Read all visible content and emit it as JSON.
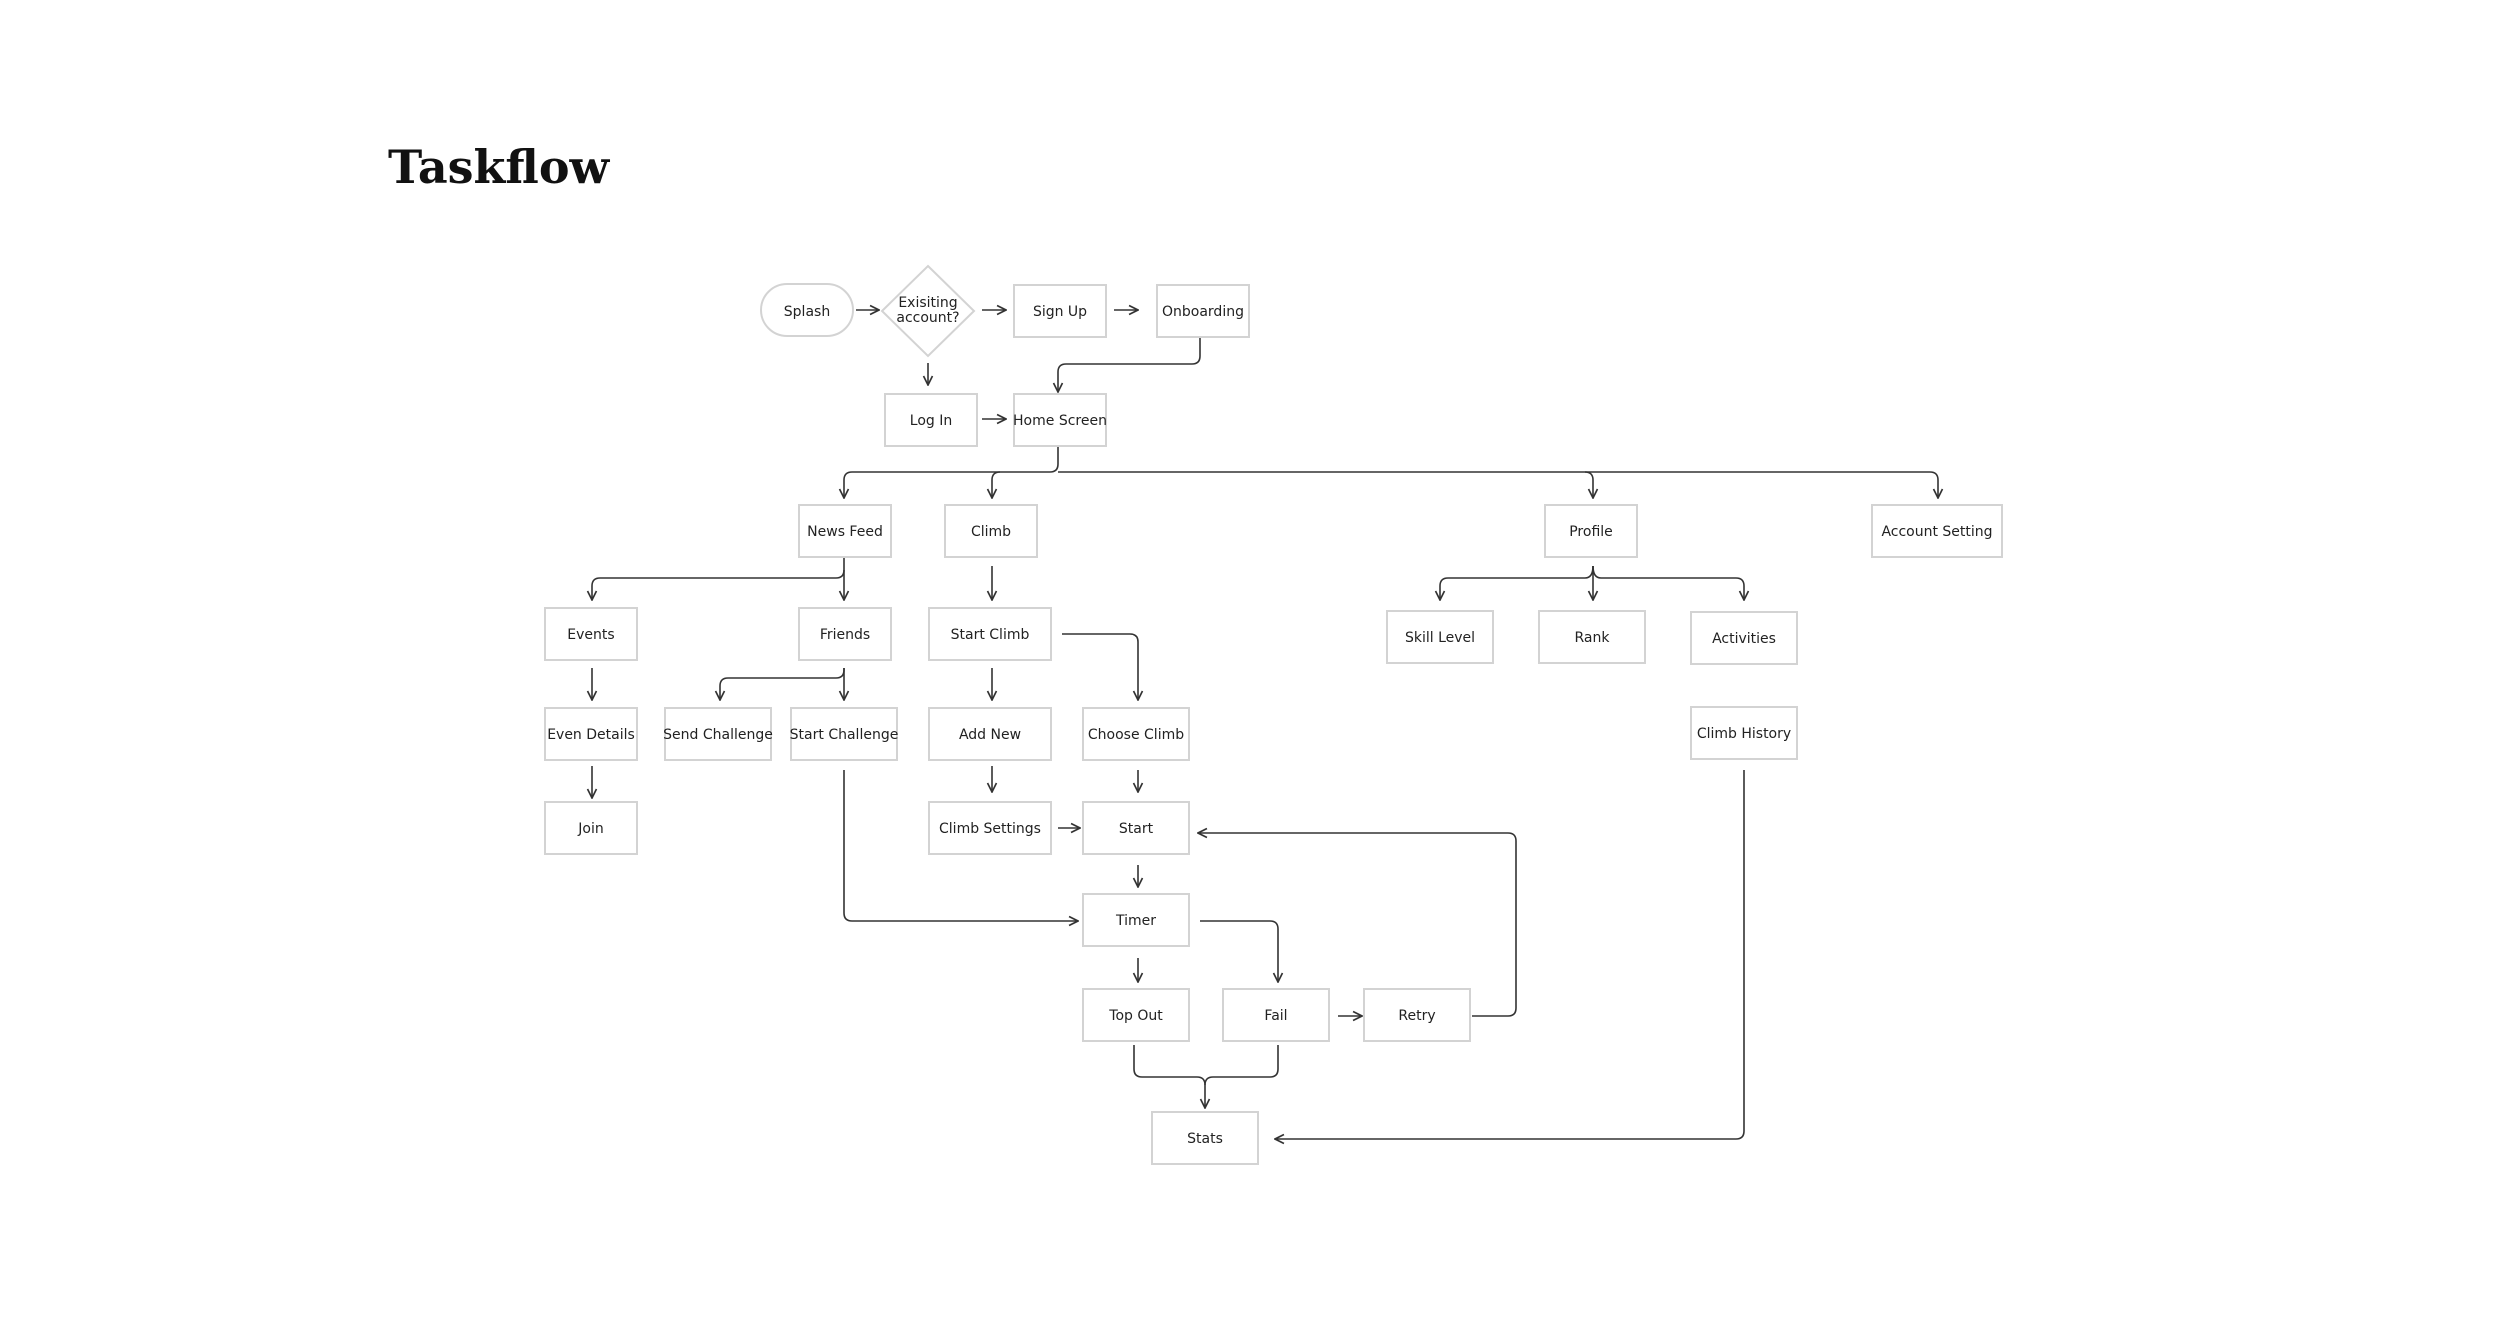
{
  "title": "Taskflow",
  "nodes": {
    "splash": "Splash",
    "existing_account_1": "Exisiting",
    "existing_account_2": "account?",
    "sign_up": "Sign Up",
    "onboarding": "Onboarding",
    "log_in": "Log In",
    "home_screen": "Home Screen",
    "news_feed": "News Feed",
    "climb": "Climb",
    "profile": "Profile",
    "account_setting": "Account Setting",
    "events": "Events",
    "friends": "Friends",
    "start_climb": "Start Climb",
    "skill_level": "Skill Level",
    "rank": "Rank",
    "activities": "Activities",
    "even_details": "Even Details",
    "send_challenge": "Send Challenge",
    "start_challenge": "Start Challenge",
    "add_new": "Add New",
    "choose_climb": "Choose Climb",
    "climb_history": "Climb History",
    "join": "Join",
    "climb_settings": "Climb Settings",
    "start": "Start",
    "timer": "Timer",
    "top_out": "Top Out",
    "fail": "Fail",
    "retry": "Retry",
    "stats": "Stats"
  },
  "colors": {
    "node_border": "#d3d3d3",
    "edge": "#333333",
    "text": "#222222"
  }
}
